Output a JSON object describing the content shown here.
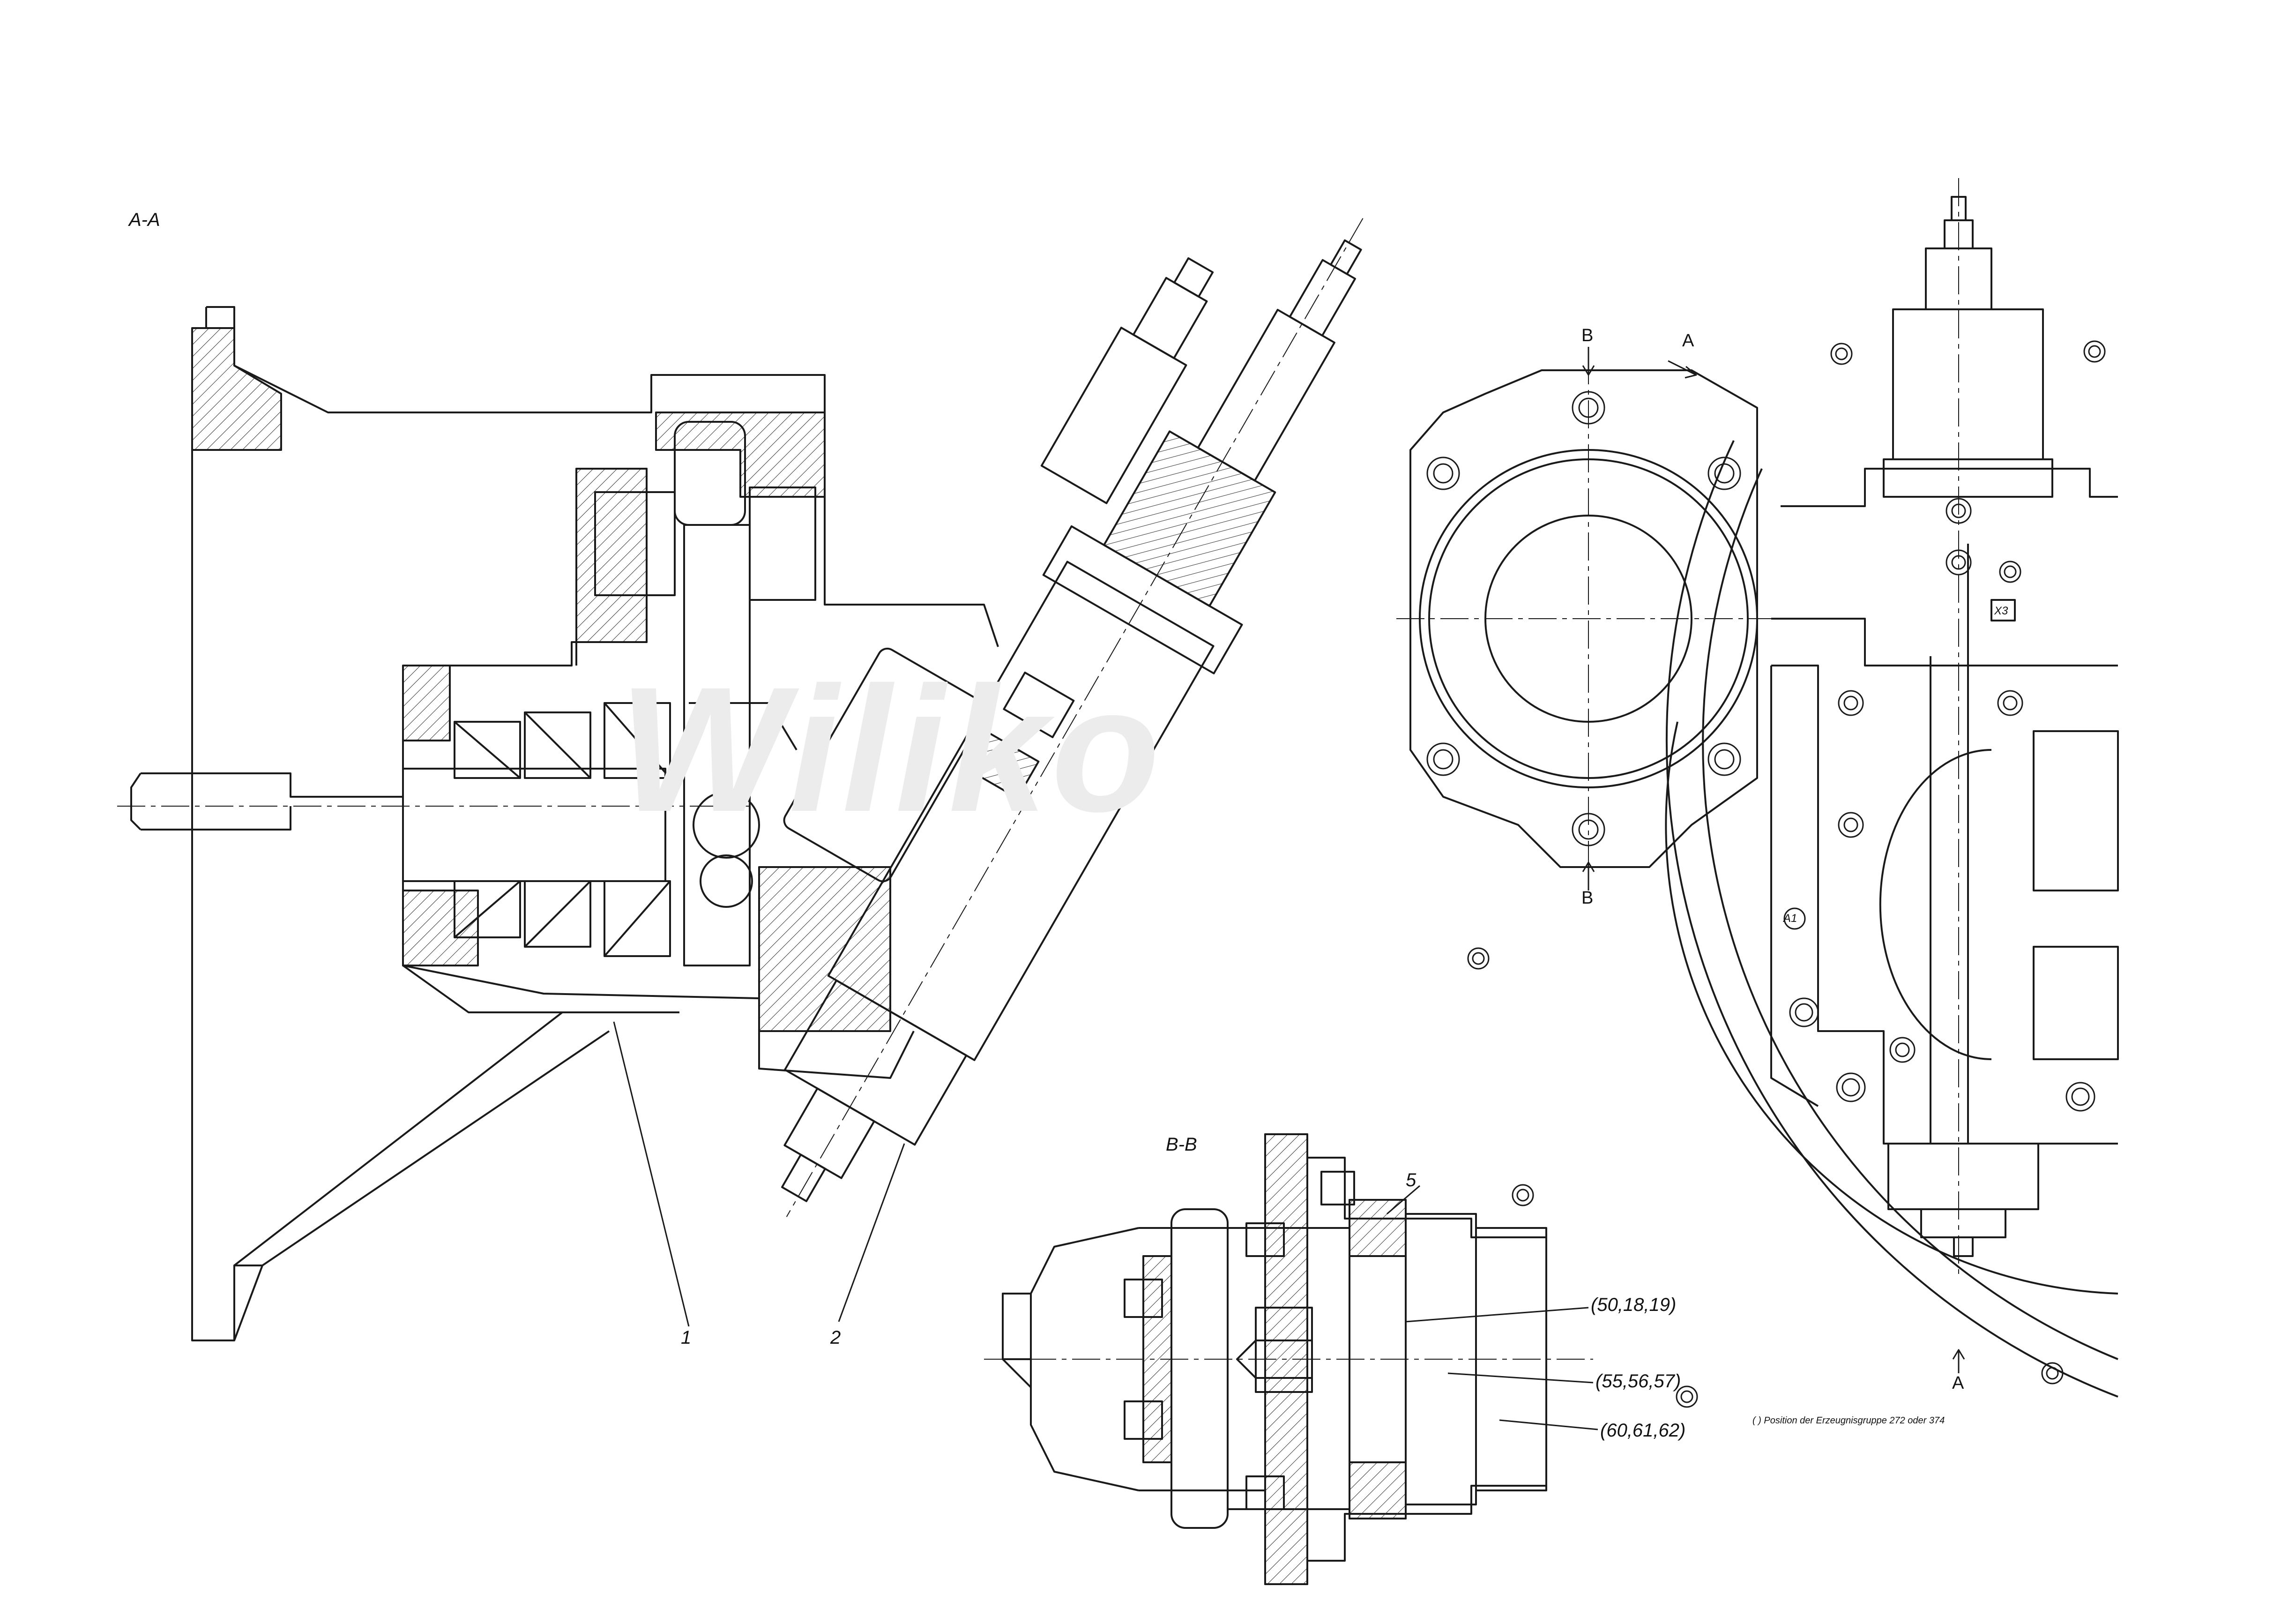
{
  "sections": {
    "aa": "A-A",
    "bb": "B-B"
  },
  "cut_marks": {
    "b_top": "B",
    "b_bottom": "B",
    "a_top": "A",
    "a_bottom": "A"
  },
  "callouts": {
    "item_1": "1",
    "item_2": "2",
    "item_5": "5",
    "group_a": "(50,18,19)",
    "group_b": "(55,56,57)",
    "group_c": "(60,61,62)"
  },
  "port_labels": {
    "x3": "X3",
    "a1": "A1"
  },
  "footnote": "( ) Position der Erzeugnisgruppe 272 oder 374",
  "watermark": "Wiliko",
  "colors": {
    "line": "#1a1a1a",
    "background": "#ffffff",
    "watermark": "#ececec"
  }
}
